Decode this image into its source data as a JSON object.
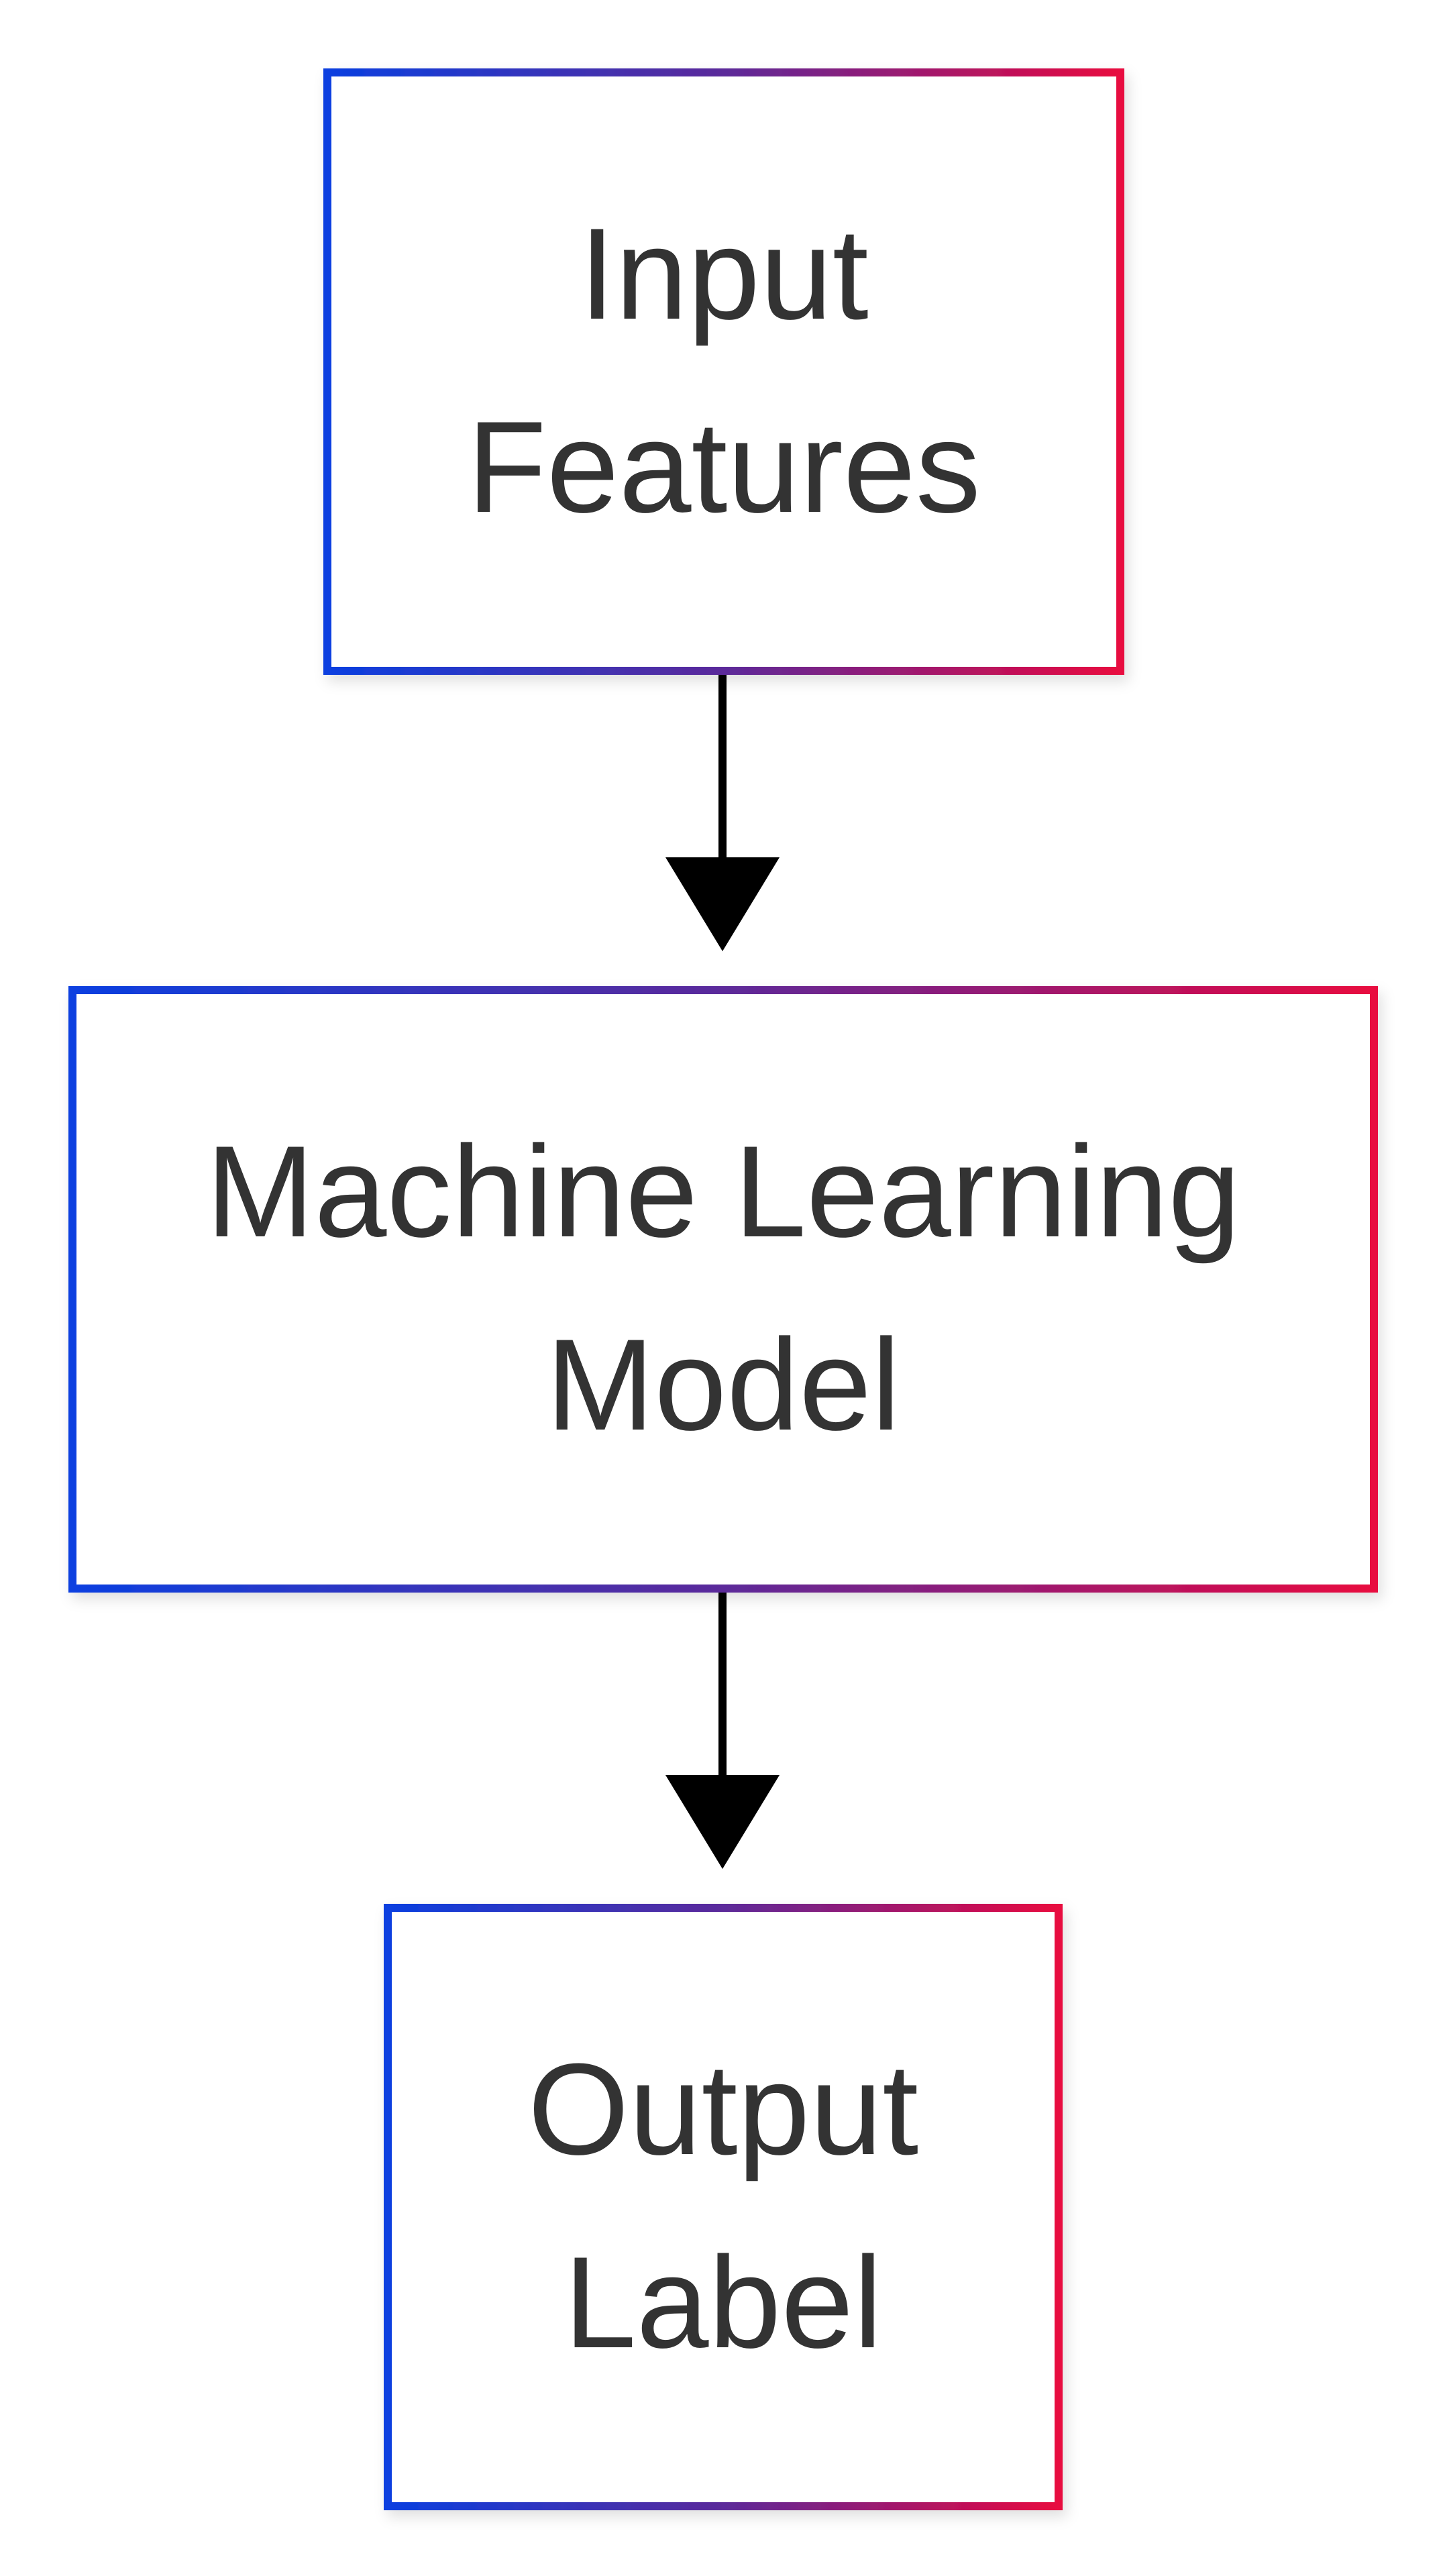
{
  "diagram": {
    "nodes": [
      {
        "id": "input",
        "lines": [
          "Input",
          "Features"
        ]
      },
      {
        "id": "model",
        "lines": [
          "Machine Learning",
          "Model"
        ]
      },
      {
        "id": "output",
        "lines": [
          "Output",
          "Label"
        ]
      }
    ],
    "edges": [
      {
        "from": "input",
        "to": "model"
      },
      {
        "from": "model",
        "to": "output"
      }
    ],
    "colors": {
      "border_gradient_start": "#0a3fe0",
      "border_gradient_mid": "#5b2a9a",
      "border_gradient_end": "#e8073f",
      "text": "#333333",
      "arrow": "#000000",
      "background": "#ffffff"
    }
  }
}
